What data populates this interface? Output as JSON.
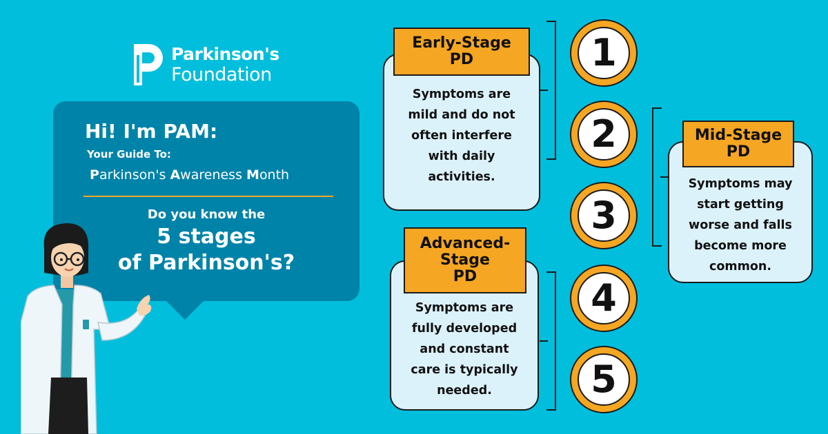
{
  "logo": {
    "line1": "Parkinson's",
    "line2": "Foundation"
  },
  "bubble": {
    "greeting": "Hi! I'm PAM:",
    "guide": "Your Guide To:",
    "month": {
      "p_initial": "P",
      "p_rest": "arkinson's ",
      "a_initial": "A",
      "a_rest": "wareness ",
      "m_initial": "M",
      "m_rest": "onth"
    },
    "question_line1": "Do you know the",
    "question_line2": "5 stages",
    "question_line3": "of Parkinson's?"
  },
  "stages": {
    "early": {
      "label_line1": "Early-Stage",
      "label_line2": "PD",
      "text": [
        "Symptoms are",
        "mild and do not",
        "often interfere",
        "with daily",
        "activities."
      ]
    },
    "mid": {
      "label_line1": "Mid-Stage",
      "label_line2": "PD",
      "text": [
        "Symptoms may",
        "start getting",
        "worse and falls",
        "become more",
        "common."
      ]
    },
    "advanced": {
      "label_line1": "Advanced-",
      "label_line2": "Stage",
      "label_line3": "PD",
      "text": [
        "Symptoms are",
        "fully developed",
        "and constant",
        "care is typically",
        "needed."
      ]
    }
  },
  "numbers": [
    "1",
    "2",
    "3",
    "4",
    "5"
  ],
  "colors": {
    "background": "#00bedc",
    "bubble": "#0083a8",
    "accent": "#f5a623",
    "box_fill": "#dcf2fb"
  }
}
